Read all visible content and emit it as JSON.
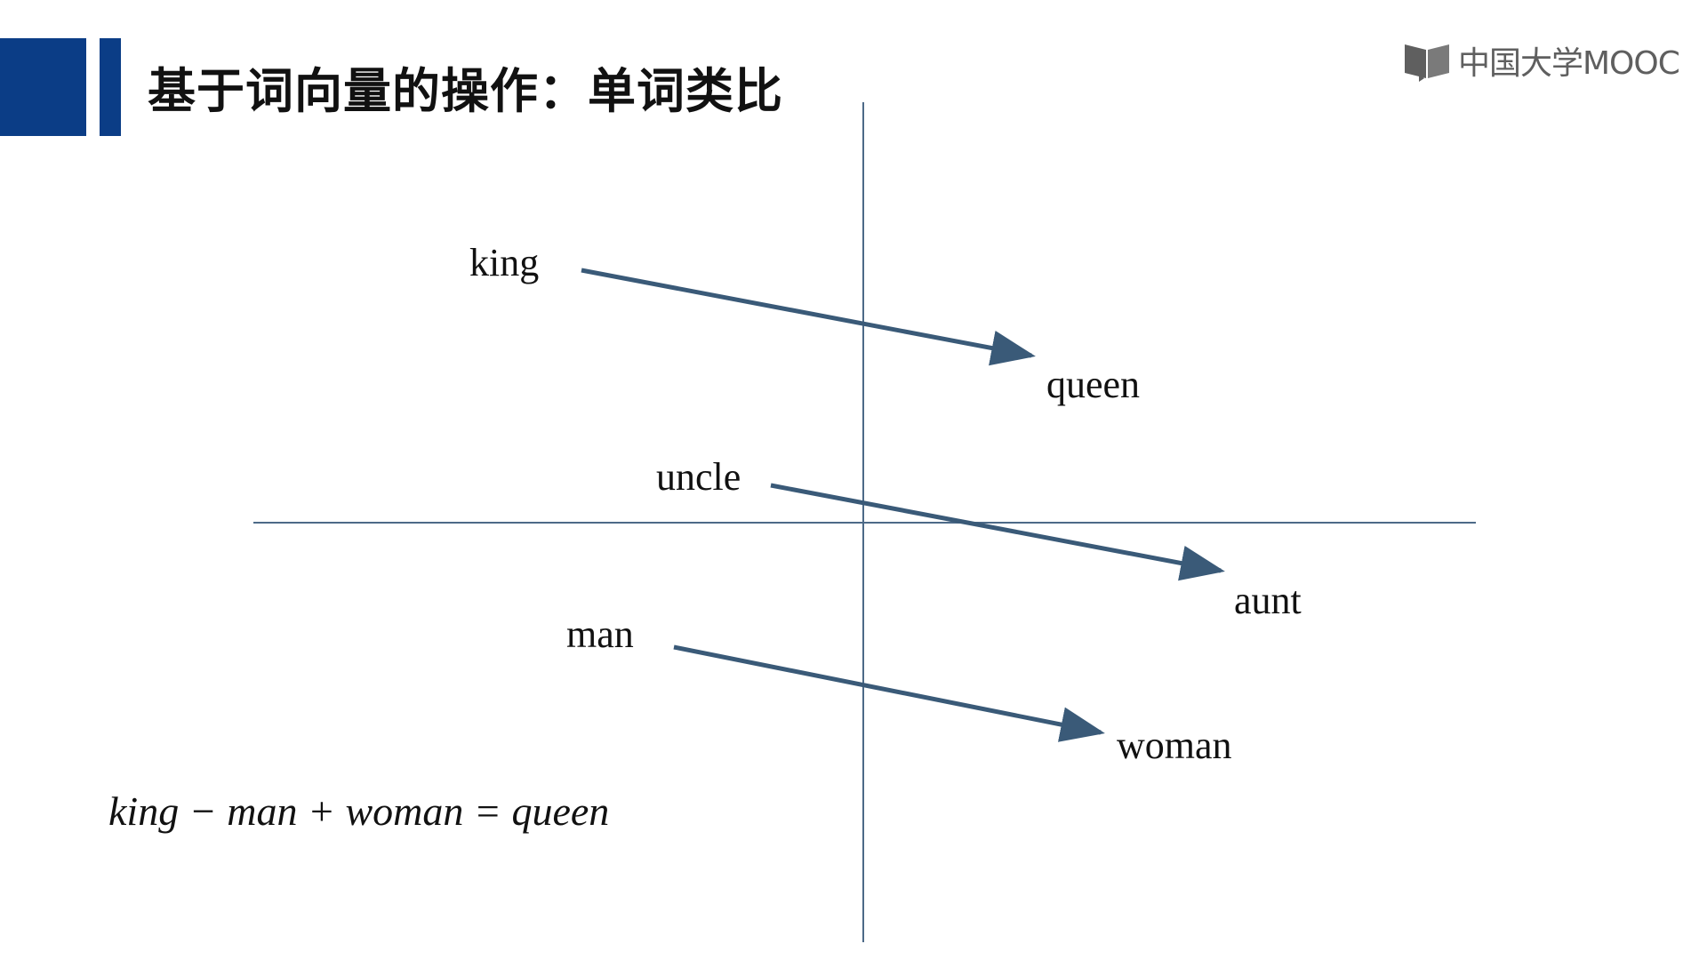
{
  "slide": {
    "title": "基于词向量的操作：单词类比",
    "logo_text": "中国大学MOOC",
    "formula": "king − man + woman = queen"
  },
  "diagram": {
    "words": [
      "king",
      "queen",
      "uncle",
      "aunt",
      "man",
      "woman"
    ],
    "arrow_pairs": [
      {
        "from": "king",
        "to": "queen"
      },
      {
        "from": "uncle",
        "to": "aunt"
      },
      {
        "from": "man",
        "to": "woman"
      }
    ]
  },
  "colors": {
    "accent": "#0b3d86",
    "arrow": "#3a5a78",
    "axis": "#4d6a88",
    "logo": "#5f5f5f"
  },
  "icons": {
    "logo": "open-book-icon"
  }
}
